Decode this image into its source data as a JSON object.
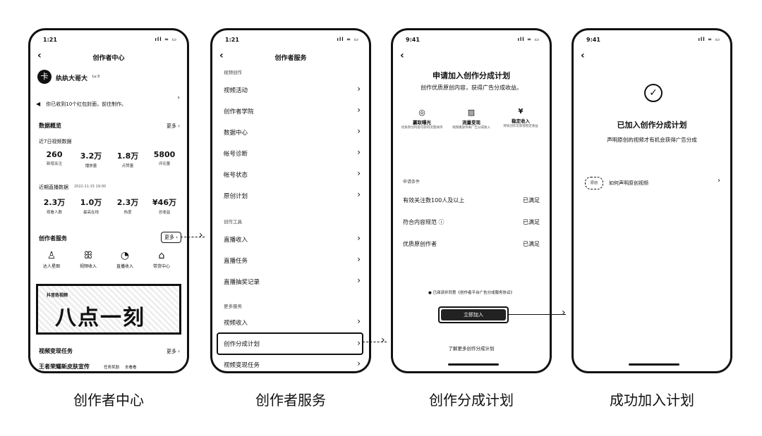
{
  "captions": [
    "创作者中心",
    "创作者服务",
    "创作分成计划",
    "成功加入计划"
  ],
  "p1": {
    "time": "1:21",
    "signal": "ıll ≈ ▭",
    "title": "创作者中心",
    "username": "纨纨大哥大",
    "user_tag": "Lv.3",
    "notice": "你已收到10个红包封面，前往制作。",
    "data_title": "数据概览",
    "data_more": "更多 ›",
    "video_title": "近7日视频数据",
    "video_stats": [
      {
        "n": "260",
        "l": "新增关注"
      },
      {
        "n": "3.2万",
        "l": "播放量"
      },
      {
        "n": "1.8万",
        "l": "点赞量"
      },
      {
        "n": "5800",
        "l": "评论量"
      }
    ],
    "live_title": "近期直播数据",
    "live_date": "2022-11-15 19:00",
    "live_stats": [
      {
        "n": "2.3万",
        "l": "观看人数"
      },
      {
        "n": "1.0万",
        "l": "最高在线"
      },
      {
        "n": "2.3万",
        "l": "热度"
      },
      {
        "n": "¥46万",
        "l": "总收益"
      }
    ],
    "service_title": "创作者服务",
    "service_more": "更多 ›",
    "services": [
      {
        "icon": "user-icon",
        "glyph": "♙",
        "l": "达人星图"
      },
      {
        "icon": "butterfly-icon",
        "glyph": "ꕥ",
        "l": "视频收入"
      },
      {
        "icon": "headset-icon",
        "glyph": "◔",
        "l": "直播收入"
      },
      {
        "icon": "store-icon",
        "glyph": "⌂",
        "l": "带货中心"
      }
    ],
    "banner_tag": "抖音热视频",
    "banner_text": "八点一刻",
    "task_title": "视频变现任务",
    "task_more": "更多 ›",
    "task_item": "王者荣耀新皮肤宣传",
    "task_meta": "任务奖励",
    "task_meta2": "去看看"
  },
  "p2": {
    "time": "1:21",
    "signal": "ıll ≈ ▭",
    "title": "创作者服务",
    "section1": "视频创作",
    "items1": [
      "视频活动",
      "创作者学院",
      "数据中心",
      "帐号诊断",
      "帐号状态",
      "原创计划"
    ],
    "section2": "创作工具",
    "items2": [
      "直播收入",
      "直播任务",
      "直播抽奖记录"
    ],
    "section3": "更多服务",
    "items3": [
      "视频收入",
      "创作分成计划",
      "视频变现任务"
    ]
  },
  "p3": {
    "time": "9:41",
    "signal": "ıll ≈ ▭",
    "heading": "申请加入创作分成计划",
    "sub": "创作优质原创内容，获得广告分成收益。",
    "features": [
      {
        "icon": "camera-icon",
        "glyph": "◎",
        "t": "赢取曝光",
        "d": "优质原创内容可获得流量扶持"
      },
      {
        "icon": "chart-icon",
        "glyph": "▨",
        "t": "流量变现",
        "d": "视频播放带来广告分成收入"
      },
      {
        "icon": "coin-icon",
        "glyph": "¥",
        "t": "稳定收入",
        "d": "持续创作可获得稳定收益"
      }
    ],
    "cond_title": "申请条件",
    "conditions": [
      {
        "t": "有效关注数100人及以上",
        "s": "已满足"
      },
      {
        "t": "符合内容规范 ⓘ",
        "s": "已满足"
      },
      {
        "t": "优质原创作者",
        "s": "已满足"
      }
    ],
    "agree": "已阅读并同意《创作者平台广告分成服务协议》",
    "apply_btn": "立即加入",
    "learn_more": "了解更多创作分成计划"
  },
  "p4": {
    "time": "9:41",
    "signal": "ıll ≈ ▭",
    "heading": "已加入创作分成计划",
    "sub": "声明原创的视频才有机会获得广告分成",
    "link": "如何声明原创视频",
    "link_badge": "原创"
  }
}
